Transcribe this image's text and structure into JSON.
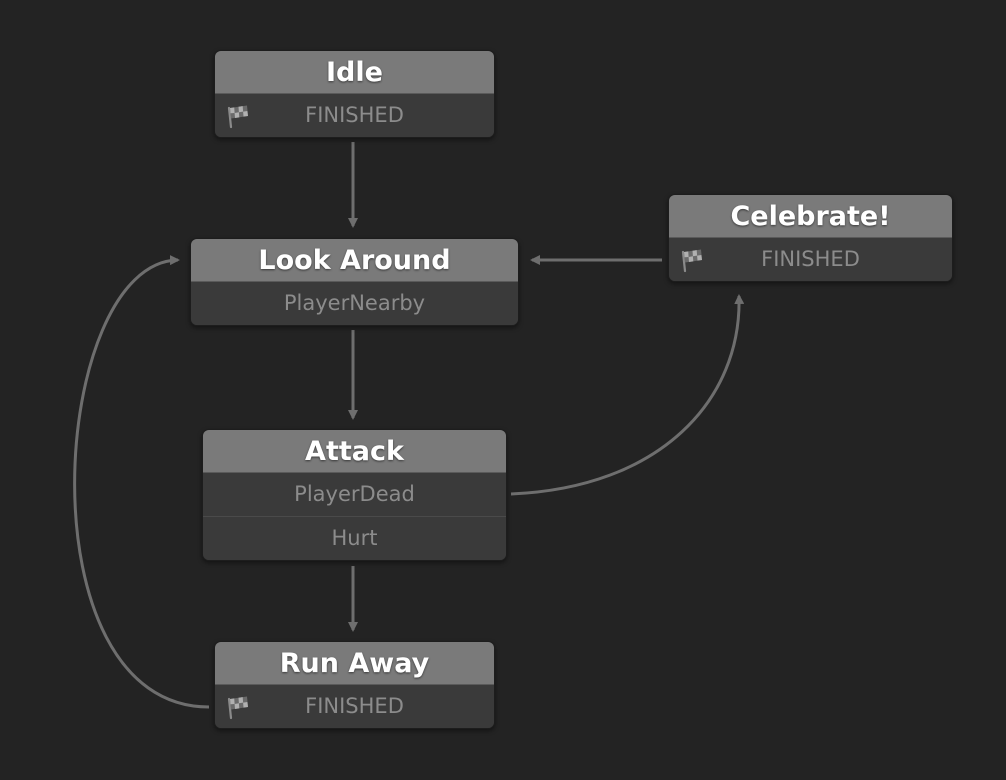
{
  "colors": {
    "background": "#232323",
    "state_title_bg": "#7a7a7a",
    "state_body_bg": "#3a3a3a",
    "transition_text": "#8c8c8c",
    "edge": "#6e6e6e"
  },
  "states": {
    "idle": {
      "title": "Idle",
      "transitions": [
        {
          "event": "FINISHED",
          "icon": "finish-flag-icon"
        }
      ]
    },
    "look_around": {
      "title": "Look Around",
      "transitions": [
        {
          "event": "PlayerNearby"
        }
      ]
    },
    "attack": {
      "title": "Attack",
      "transitions": [
        {
          "event": "PlayerDead"
        },
        {
          "event": "Hurt"
        }
      ]
    },
    "run_away": {
      "title": "Run Away",
      "transitions": [
        {
          "event": "FINISHED",
          "icon": "finish-flag-icon"
        }
      ]
    },
    "celebrate": {
      "title": "Celebrate!",
      "transitions": [
        {
          "event": "FINISHED",
          "icon": "finish-flag-icon"
        }
      ]
    }
  },
  "edges": [
    {
      "from": "idle",
      "event": "FINISHED",
      "to": "look_around"
    },
    {
      "from": "look_around",
      "event": "PlayerNearby",
      "to": "attack"
    },
    {
      "from": "attack",
      "event": "PlayerDead",
      "to": "celebrate"
    },
    {
      "from": "attack",
      "event": "Hurt",
      "to": "run_away"
    },
    {
      "from": "run_away",
      "event": "FINISHED",
      "to": "look_around"
    },
    {
      "from": "celebrate",
      "event": "FINISHED",
      "to": "look_around"
    }
  ]
}
